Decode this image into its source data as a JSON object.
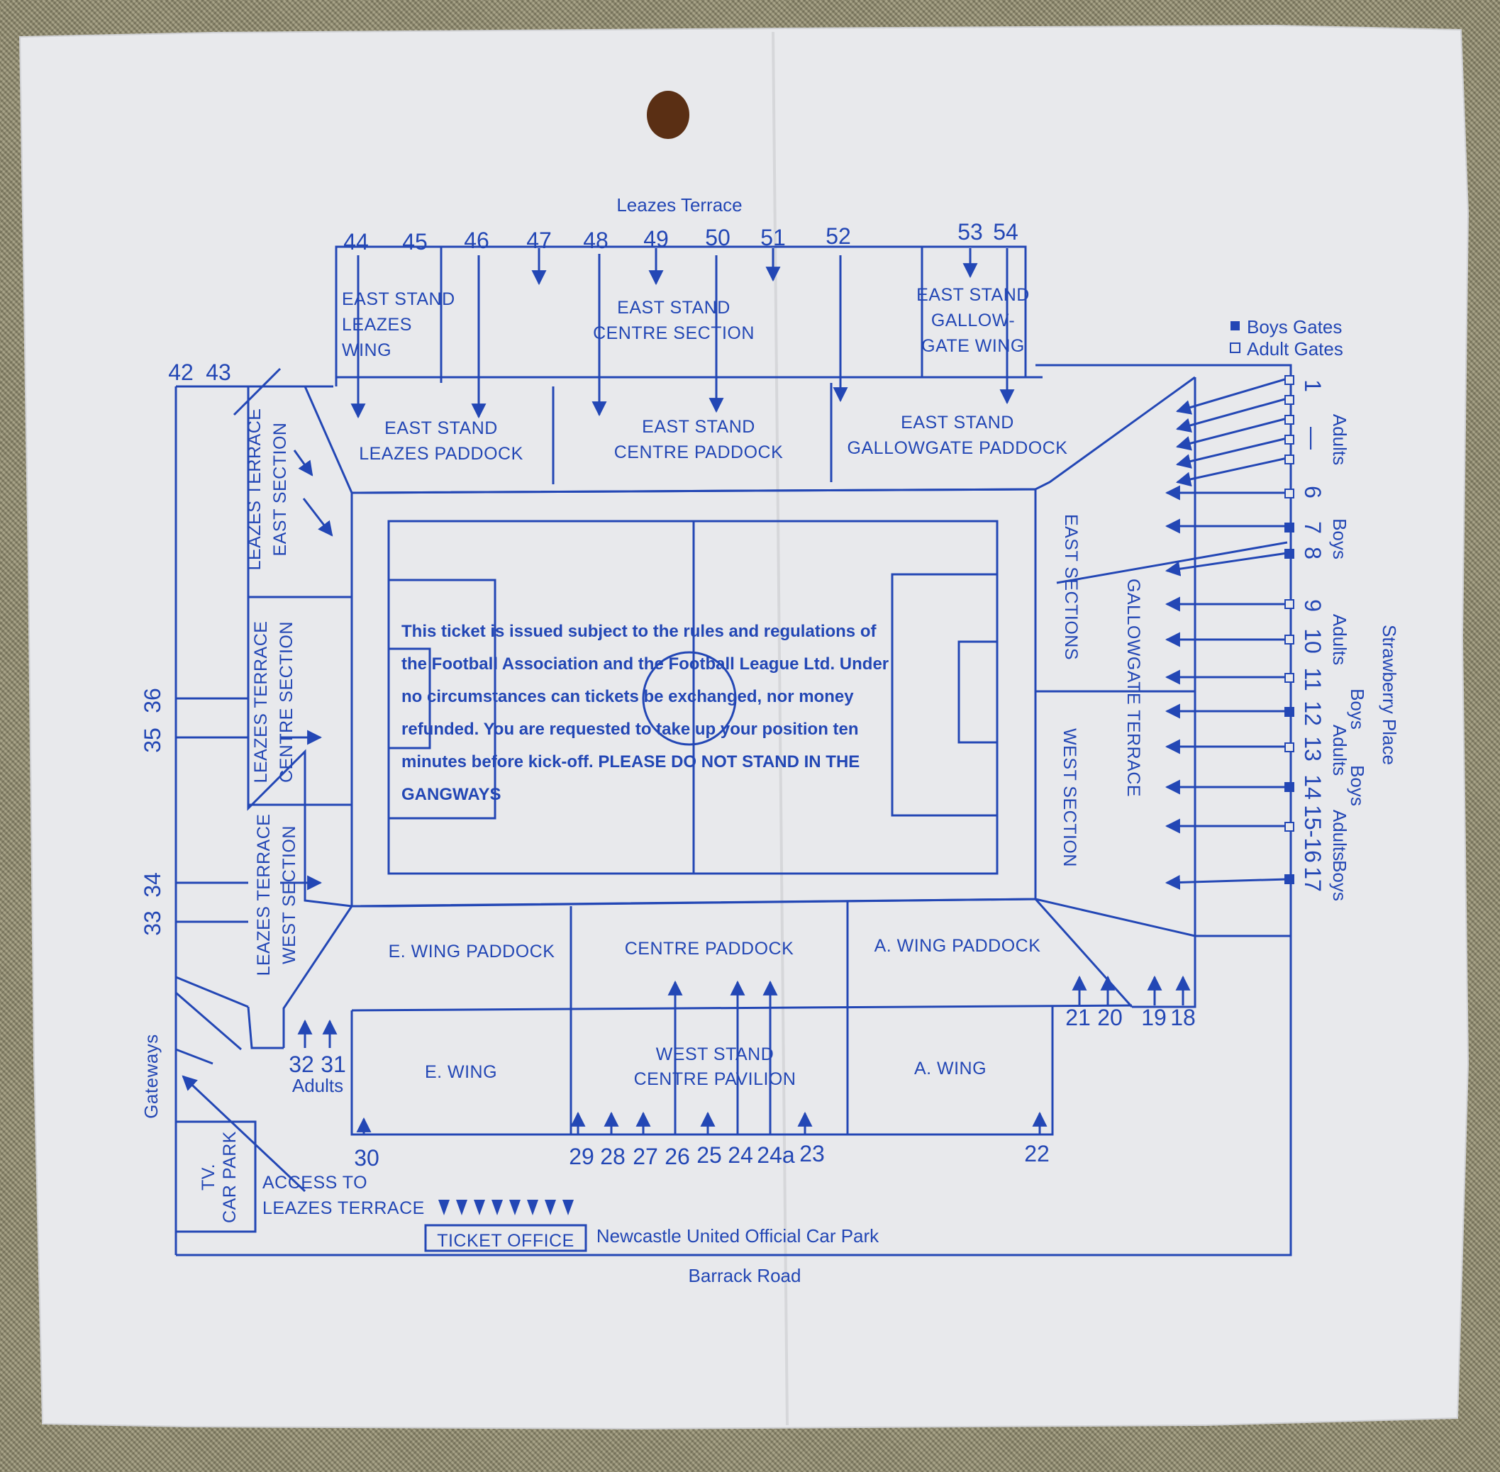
{
  "streets": {
    "top": "Leazes Terrace",
    "bottom": "Barrack Road",
    "right": "Strawberry Place",
    "car_park": "Newcastle United Official Car Park"
  },
  "legend": {
    "boys": "Boys Gates",
    "adults": "Adult Gates"
  },
  "sections": {
    "east_stand_leazes_wing": [
      "EAST STAND",
      "LEAZES",
      "WING"
    ],
    "east_stand_centre_section": [
      "EAST STAND",
      "CENTRE SECTION"
    ],
    "east_stand_gallowgate_wing": [
      "EAST STAND",
      "GALLOW-",
      "GATE WING"
    ],
    "east_stand_leazes_paddock": [
      "EAST STAND",
      "LEAZES PADDOCK"
    ],
    "east_stand_centre_paddock": [
      "EAST STAND",
      "CENTRE PADDOCK"
    ],
    "east_stand_gallowgate_paddock": [
      "EAST STAND",
      "GALLOWGATE PADDOCK"
    ],
    "leazes_terrace_east": [
      "LEAZES TERRACE",
      "EAST SECTION"
    ],
    "leazes_terrace_centre": [
      "LEAZES TERRACE",
      "CENTRE SECTION"
    ],
    "leazes_terrace_west": [
      "LEAZES TERRACE",
      "WEST SECTION"
    ],
    "east_sections": "EAST SECTIONS",
    "west_section": "WEST SECTION",
    "gallowgate_terrace": "GALLOWGATE TERRACE",
    "e_wing_paddock": "E. WING PADDOCK",
    "centre_paddock": "CENTRE PADDOCK",
    "a_wing_paddock": "A. WING PADDOCK",
    "e_wing": "E. WING",
    "west_stand_centre_pavilion": [
      "WEST STAND",
      "CENTRE PAVILION"
    ],
    "a_wing": "A. WING",
    "tv_car_park": [
      "TV.",
      "CAR PARK"
    ],
    "access_leazes": [
      "ACCESS TO",
      "LEAZES TERRACE"
    ],
    "ticket_office": "TICKET OFFICE",
    "gateways": "Gateways"
  },
  "gates": {
    "top": [
      "44",
      "45",
      "46",
      "47",
      "48",
      "49",
      "50",
      "51",
      "52",
      "53",
      "54"
    ],
    "left_top": [
      "42",
      "43"
    ],
    "left": [
      "36",
      "35",
      "34",
      "33"
    ],
    "right": [
      "1",
      "—",
      "6",
      "7",
      "8",
      "9",
      "10",
      "11",
      "12",
      "13",
      "14",
      "15-16",
      "17"
    ],
    "right_labels": [
      "Adults",
      "Boys",
      "Adults",
      "Boys",
      "Adults",
      "Boys",
      "Adults",
      "Boys"
    ],
    "bottom": [
      "30",
      "29",
      "28",
      "27",
      "26",
      "25",
      "24",
      "24a",
      "23",
      "22"
    ],
    "lower_right": [
      "21",
      "20",
      "19",
      "18"
    ],
    "lower_left": [
      "32",
      "31"
    ],
    "lower_left_label": "Adults"
  },
  "notice": [
    "This ticket is issued subject to the rules and regulations of",
    "the Football Association and the Football League Ltd. Under",
    "no circumstances can tickets be exchanged, nor money",
    "refunded. You are requested to take up your position ten",
    "minutes before kick-off. PLEASE DO NOT STAND IN THE",
    "GANGWAYS"
  ],
  "colors": {
    "ink": "#2347b5",
    "paper": "#e9eaec",
    "stain": "#5a2f14"
  }
}
